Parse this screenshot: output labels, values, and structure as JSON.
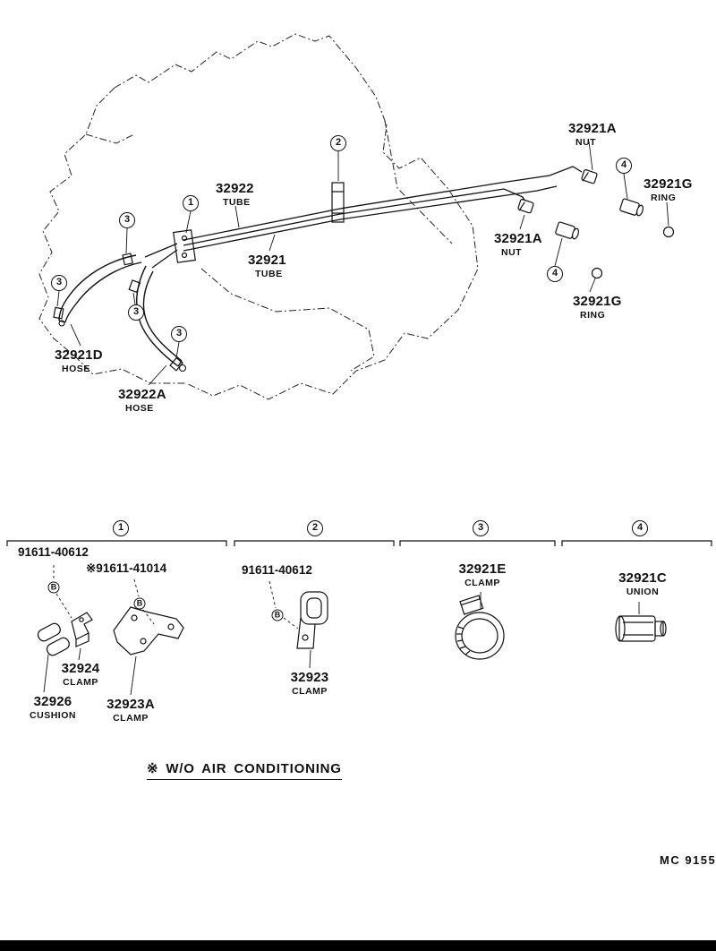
{
  "page": {
    "note": "※ W/O AIR CONDITIONING",
    "footer_code": "MC 9155"
  },
  "markers": {
    "m1": "1",
    "m2": "2",
    "m3": "3",
    "m4": "4",
    "bolt": "B"
  },
  "diagram": {
    "callouts": {
      "nut_top": {
        "label": "32921A",
        "sub": "NUT"
      },
      "ring_right": {
        "label": "32921G",
        "sub": "RING"
      },
      "tube_upper": {
        "label": "32922",
        "sub": "TUBE"
      },
      "tube_lower": {
        "label": "32921",
        "sub": "TUBE"
      },
      "nut_mid": {
        "label": "32921A",
        "sub": "NUT"
      },
      "ring_mid": {
        "label": "32921G",
        "sub": "RING"
      },
      "hose_left": {
        "label": "32921D",
        "sub": "HOSE"
      },
      "hose_lower": {
        "label": "32922A",
        "sub": "HOSE"
      }
    }
  },
  "sections": {
    "s1": {
      "number": "1",
      "bolt_a": "91611-40612",
      "bolt_b": "※91611-41014",
      "parts": {
        "clamp_32924": {
          "label": "32924",
          "sub": "CLAMP"
        },
        "cushion_32926": {
          "label": "32926",
          "sub": "CUSHION"
        },
        "clamp_32923a": {
          "label": "32923A",
          "sub": "CLAMP"
        }
      }
    },
    "s2": {
      "number": "2",
      "bolt_a": "91611-40612",
      "parts": {
        "clamp_32923": {
          "label": "32923",
          "sub": "CLAMP"
        }
      }
    },
    "s3": {
      "number": "3",
      "parts": {
        "clamp_32921e": {
          "label": "32921E",
          "sub": "CLAMP"
        }
      }
    },
    "s4": {
      "number": "4",
      "parts": {
        "union_32921c": {
          "label": "32921C",
          "sub": "UNION"
        }
      }
    }
  }
}
